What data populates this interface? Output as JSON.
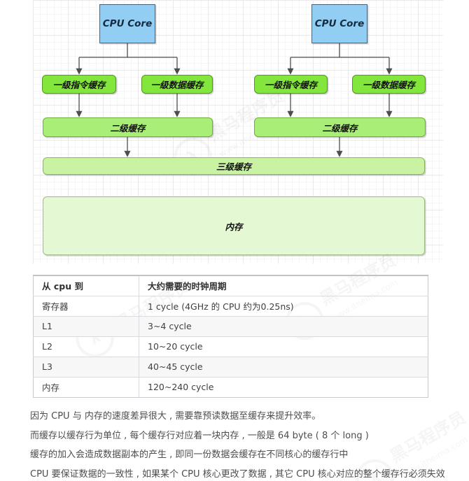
{
  "diagram": {
    "cpu_core_left": "CPU Core",
    "cpu_core_right": "CPU Core",
    "l1_instruction_left": "一级指令缓存",
    "l1_data_left": "一级数据缓存",
    "l1_instruction_right": "一级指令缓存",
    "l1_data_right": "一级数据缓存",
    "l2_left": "二级缓存",
    "l2_right": "二级缓存",
    "l3": "三级缓存",
    "memory": "内存",
    "colors": {
      "cpu_fill": "#92cdf4",
      "l1_fill": "#82e63c",
      "l2_fill": "#a9ee76",
      "l3_fill": "#c9f3a2",
      "memory_fill": "#e4f8d3",
      "connector": "#4d4d4d"
    }
  },
  "latency_table": {
    "headers": [
      "从 cpu 到",
      "大约需要的时钟周期"
    ],
    "rows": [
      [
        "寄存器",
        "1 cycle (4GHz 的 CPU 约为0.25ns)"
      ],
      [
        "L1",
        "3~4 cycle"
      ],
      [
        "L2",
        "10~20 cycle"
      ],
      [
        "L3",
        "40~45 cycle"
      ],
      [
        "内存",
        "120~240 cycle"
      ]
    ]
  },
  "paragraphs": [
    "因为 CPU 与 内存的速度差异很大 , 需要靠预读数据至缓存来提升效率。",
    "而缓存以缓存行为单位 , 每个缓存行对应着一块内存 , 一般是 64 byte ( 8 个 long )",
    "缓存的加入会造成数据副本的产生 , 即同一份数据会缓存在不同核心的缓存行中",
    "CPU 要保证数据的一致性 , 如果某个 CPU 核心更改了数据 , 其它 CPU 核心对应的整个缓存行必须失效"
  ],
  "watermark": {
    "title": "黑马程序员",
    "url": "www.itheima.com",
    "logo_glyph": "λ"
  }
}
